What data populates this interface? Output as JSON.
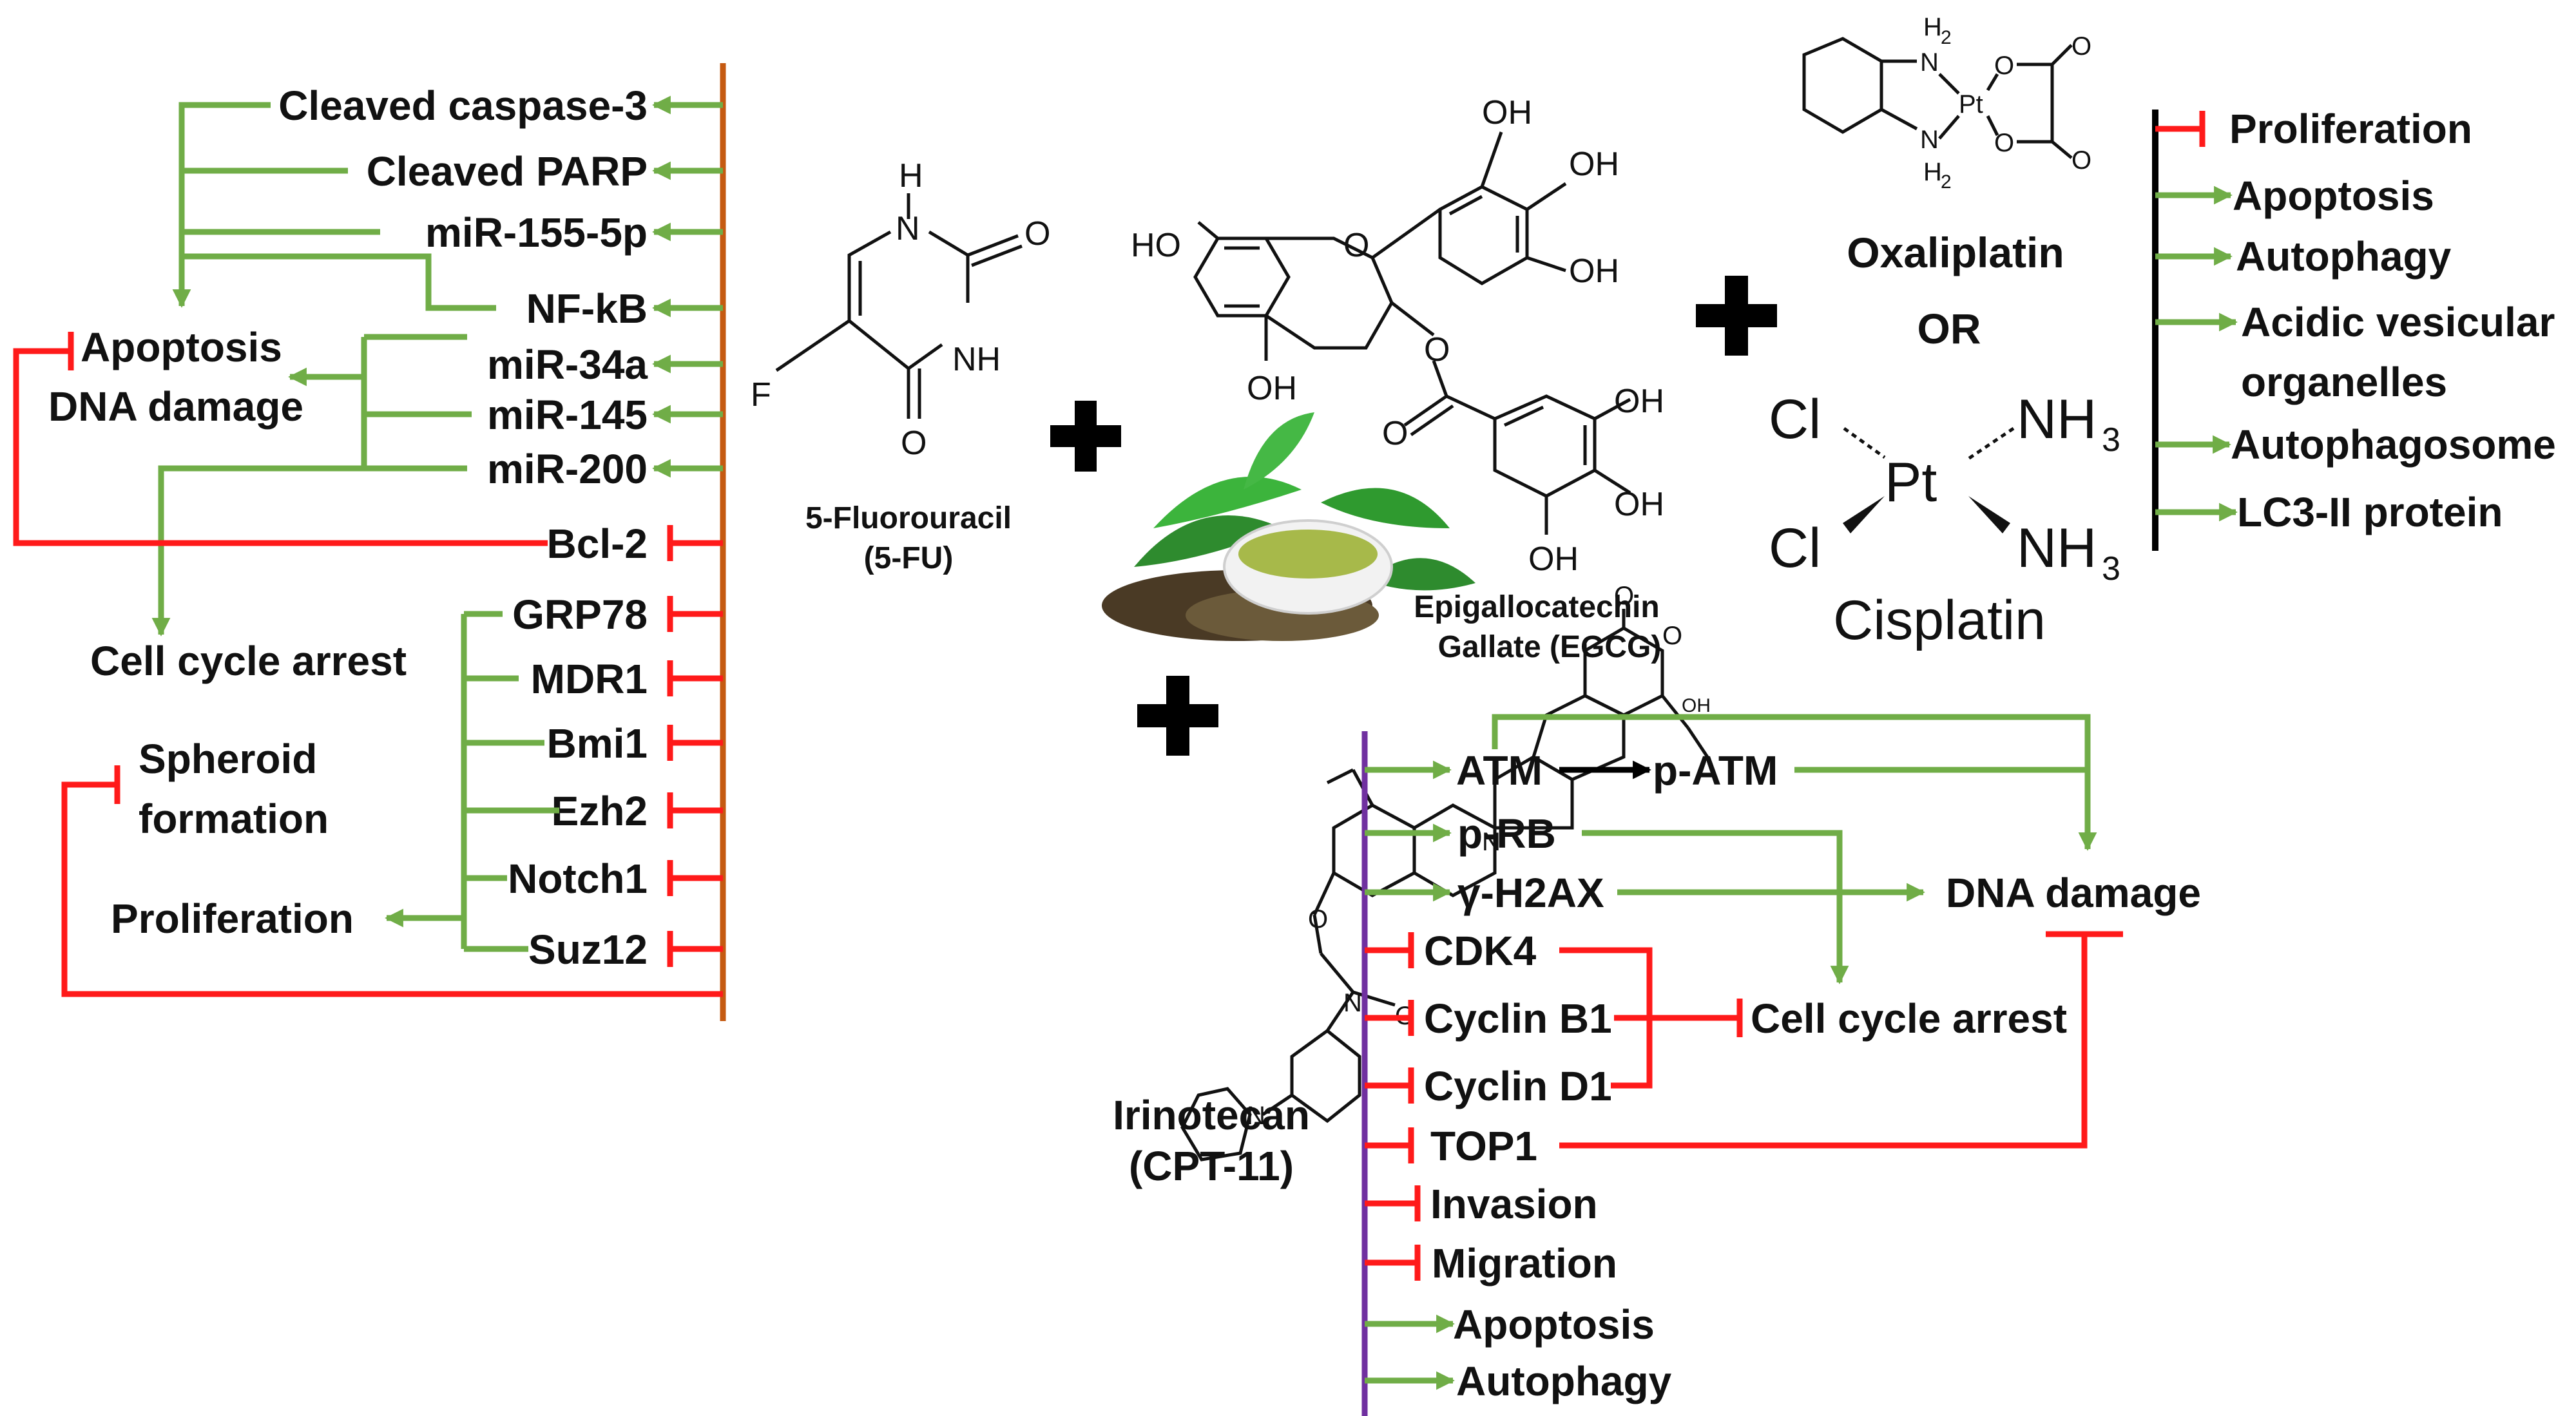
{
  "colors": {
    "activation": "#70ad47",
    "inhibition": "#ff1a1a",
    "axis_5fu": "#c55a11",
    "axis_irinotecan": "#7030a0",
    "axis_platinum": "#000000"
  },
  "drugs": {
    "fluorouracil": {
      "name_line1": "5-Fluorouracil",
      "name_line2": "(5-FU)"
    },
    "egcg": {
      "name_line1": "Epigallocatechin",
      "name_line2": "Gallate (EGCG)"
    },
    "oxaliplatin": {
      "name": "Oxaliplatin"
    },
    "or_text": "OR",
    "cisplatin": {
      "name": "Cisplatin"
    },
    "irinotecan": {
      "name_line1": "Irinotecan",
      "name_line2": "(CPT-11)"
    }
  },
  "chem_labels": {
    "h": "H",
    "n": "N",
    "nh": "NH",
    "o": "O",
    "f": "F",
    "oh": "OH",
    "ho": "HO",
    "h2": "H",
    "sub2": "2",
    "pt": "Pt",
    "cl": "Cl",
    "nh3_main": "NH",
    "sub3": "3"
  },
  "plus_symbol": "+",
  "left_panel": {
    "targets": [
      "Cleaved caspase-3",
      "Cleaved PARP",
      "miR-155-5p",
      "NF-kB",
      "miR-34a",
      "miR-145",
      "miR-200",
      "Bcl-2",
      "GRP78",
      "MDR1",
      "Bmi1",
      "Ezh2",
      "Notch1",
      "Suz12"
    ],
    "outcomes": {
      "apoptosis": "Apoptosis",
      "dna_damage": "DNA damage",
      "cell_cycle_arrest": "Cell cycle arrest",
      "spheroid_line1": "Spheroid",
      "spheroid_line2": "formation",
      "proliferation": "Proliferation"
    }
  },
  "right_panel": {
    "effects": [
      "Proliferation",
      "Apoptosis",
      "Autophagy",
      "Acidic vesicular",
      "organelles",
      "Autophagosome",
      "LC3-II protein"
    ]
  },
  "bottom_panel": {
    "targets": [
      "ATM",
      "p-ATM",
      "p-RB",
      "γ-H2AX",
      "CDK4",
      "Cyclin B1",
      "Cyclin D1",
      "TOP1",
      "Invasion",
      "Migration",
      "Apoptosis",
      "Autophagy"
    ],
    "outcomes": {
      "dna_damage": "DNA damage",
      "cell_cycle_arrest": "Cell cycle arrest"
    }
  }
}
